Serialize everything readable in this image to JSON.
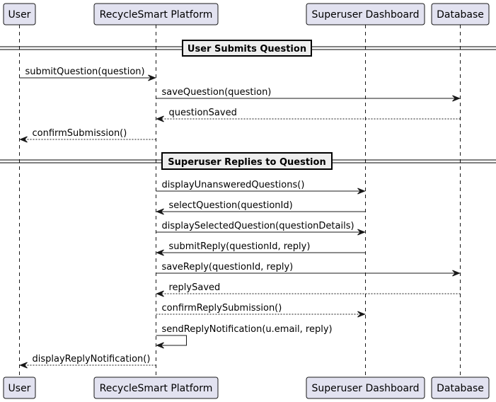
{
  "participants": [
    {
      "id": "user",
      "label": "User"
    },
    {
      "id": "platform",
      "label": "RecycleSmart Platform"
    },
    {
      "id": "dashboard",
      "label": "Superuser Dashboard"
    },
    {
      "id": "database",
      "label": "Database"
    }
  ],
  "dividers": [
    {
      "label": "User Submits Question"
    },
    {
      "label": "Superuser Replies to Question"
    }
  ],
  "messages": [
    {
      "from": "user",
      "to": "platform",
      "label": "submitQuestion(question)",
      "style": "solid"
    },
    {
      "from": "platform",
      "to": "database",
      "label": "saveQuestion(question)",
      "style": "solid"
    },
    {
      "from": "database",
      "to": "platform",
      "label": "questionSaved",
      "style": "dashed"
    },
    {
      "from": "platform",
      "to": "user",
      "label": "confirmSubmission()",
      "style": "dashed"
    },
    {
      "from": "platform",
      "to": "dashboard",
      "label": "displayUnansweredQuestions()",
      "style": "solid"
    },
    {
      "from": "dashboard",
      "to": "platform",
      "label": "selectQuestion(questionId)",
      "style": "solid"
    },
    {
      "from": "platform",
      "to": "dashboard",
      "label": "displaySelectedQuestion(questionDetails)",
      "style": "solid"
    },
    {
      "from": "dashboard",
      "to": "platform",
      "label": "submitReply(questionId, reply)",
      "style": "solid"
    },
    {
      "from": "platform",
      "to": "database",
      "label": "saveReply(questionId, reply)",
      "style": "solid"
    },
    {
      "from": "database",
      "to": "platform",
      "label": "replySaved",
      "style": "dashed"
    },
    {
      "from": "platform",
      "to": "dashboard",
      "label": "confirmReplySubmission()",
      "style": "dashed"
    },
    {
      "from": "platform",
      "to": "platform",
      "label": "sendReplyNotification(u.email, reply)",
      "style": "solid"
    },
    {
      "from": "platform",
      "to": "user",
      "label": "displayReplyNotification()",
      "style": "dashed"
    }
  ]
}
